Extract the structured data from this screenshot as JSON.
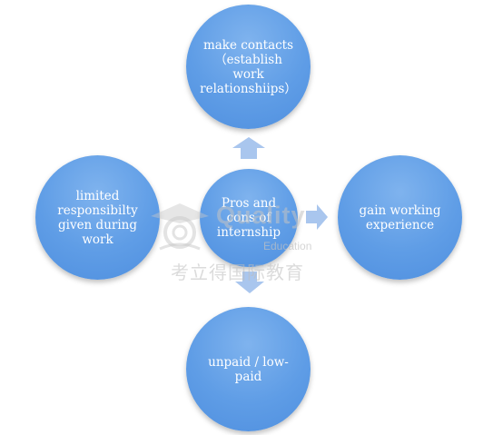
{
  "diagram": {
    "center": "Pros and cons of internship",
    "top": "make contacts （establish work relationshiips）",
    "left": "limited responsibilty given during work",
    "right": "gain working experience",
    "bottom": "unpaid / low-paid"
  },
  "watermark": {
    "brand": "Quality",
    "sub": "Education",
    "chinese": "考立得国际教育"
  },
  "colors": {
    "circle": "#5f9de6",
    "circle_light": "#7fb3ee",
    "arrow": "#a9c6ee",
    "label": "#ffffff"
  }
}
